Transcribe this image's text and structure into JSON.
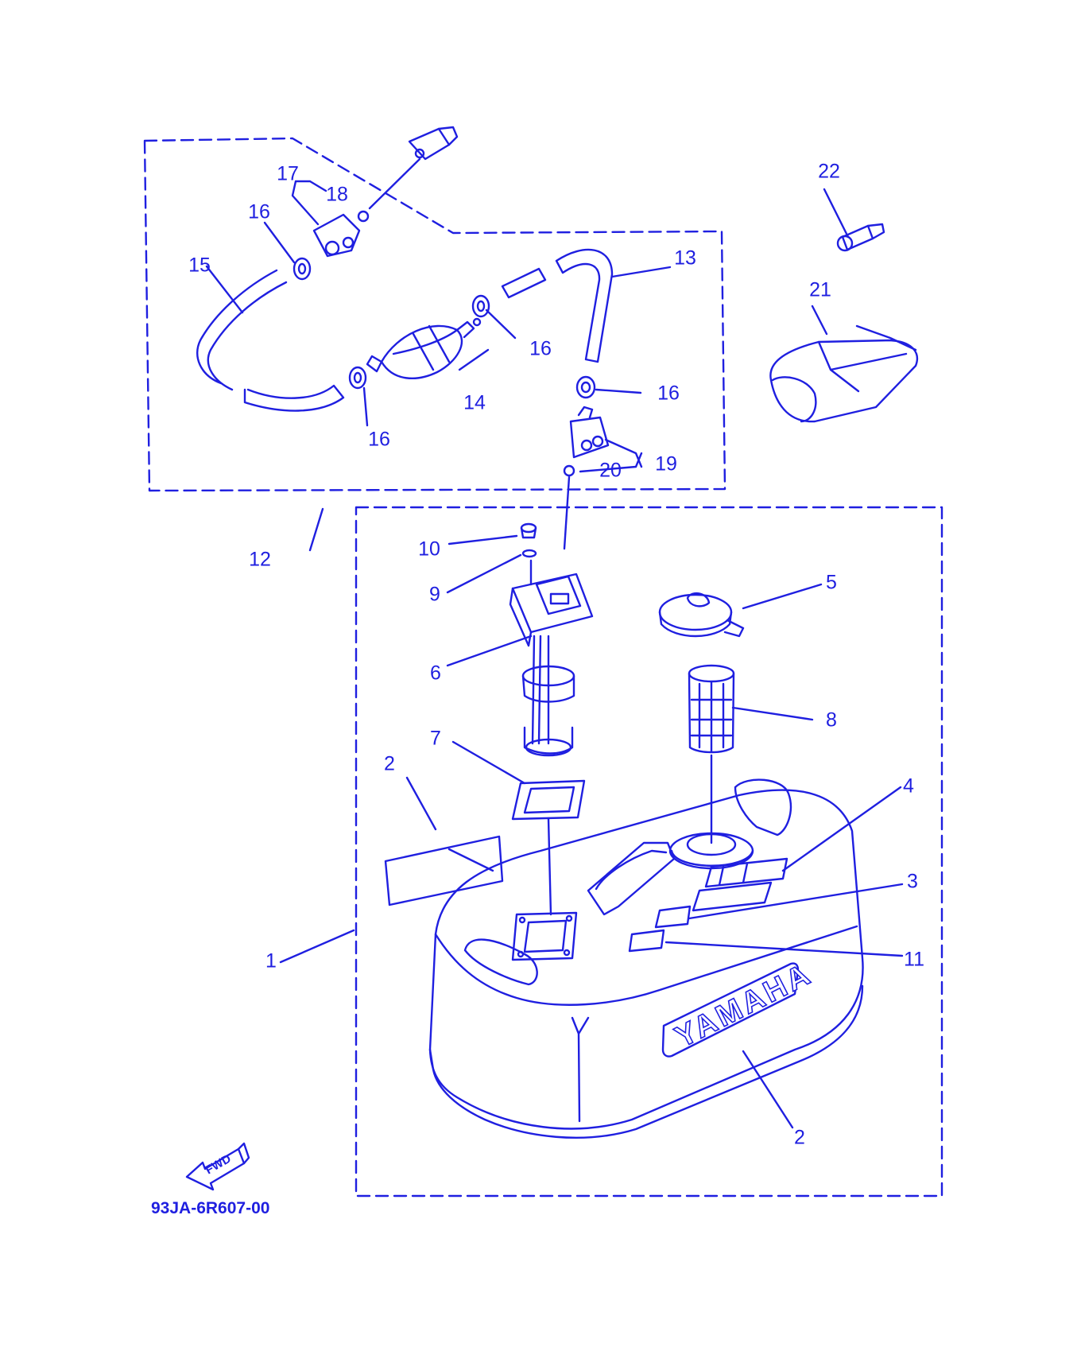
{
  "diagram": {
    "reference_code": "93JA-6R607-00",
    "brand_mark": "YAMAHA",
    "direction_arrow": "FWD",
    "line_color": "#1f1fe0",
    "background_color": "#ffffff",
    "callouts": [
      {
        "id": "c1",
        "label": "1"
      },
      {
        "id": "c2a",
        "label": "2"
      },
      {
        "id": "c2b",
        "label": "2"
      },
      {
        "id": "c3",
        "label": "3"
      },
      {
        "id": "c4",
        "label": "4"
      },
      {
        "id": "c5",
        "label": "5"
      },
      {
        "id": "c6",
        "label": "6"
      },
      {
        "id": "c7",
        "label": "7"
      },
      {
        "id": "c8",
        "label": "8"
      },
      {
        "id": "c9",
        "label": "9"
      },
      {
        "id": "c10",
        "label": "10"
      },
      {
        "id": "c11",
        "label": "11"
      },
      {
        "id": "c12",
        "label": "12"
      },
      {
        "id": "c13",
        "label": "13"
      },
      {
        "id": "c14",
        "label": "14"
      },
      {
        "id": "c15",
        "label": "15"
      },
      {
        "id": "c16a",
        "label": "16"
      },
      {
        "id": "c16b",
        "label": "16"
      },
      {
        "id": "c16c",
        "label": "16"
      },
      {
        "id": "c16d",
        "label": "16"
      },
      {
        "id": "c17",
        "label": "17"
      },
      {
        "id": "c18",
        "label": "18"
      },
      {
        "id": "c19",
        "label": "19"
      },
      {
        "id": "c20",
        "label": "20"
      },
      {
        "id": "c21",
        "label": "21"
      },
      {
        "id": "c22",
        "label": "22"
      }
    ]
  }
}
